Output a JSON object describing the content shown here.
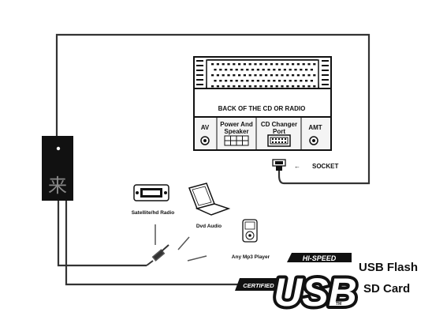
{
  "head_unit": {
    "title": "BACK OF THE CD OR RADIO",
    "port_av": "AV",
    "port_power_line1": "Power And",
    "port_power_line2": "Speaker",
    "port_cd_line1": "CD Changer",
    "port_cd_line2": "Port",
    "port_amt": "AMT"
  },
  "socket": {
    "label": "SOCKET",
    "arrow_glyph": "←"
  },
  "adapter": {
    "glyph": "来"
  },
  "devices": {
    "satellite": "Satellite/hd Radio",
    "dvd": "Dvd Audio",
    "mp3": "Any Mp3 Player"
  },
  "usb_logo": {
    "hi_speed": "HI-SPEED",
    "certified": "CERTIFIED",
    "usb": "USB",
    "tm": "TM"
  },
  "features": {
    "line1": "USB Flash",
    "line2": "SD Card"
  },
  "colors": {
    "line": "#333333",
    "ink": "#111111",
    "panel": "#f4f4f4"
  }
}
